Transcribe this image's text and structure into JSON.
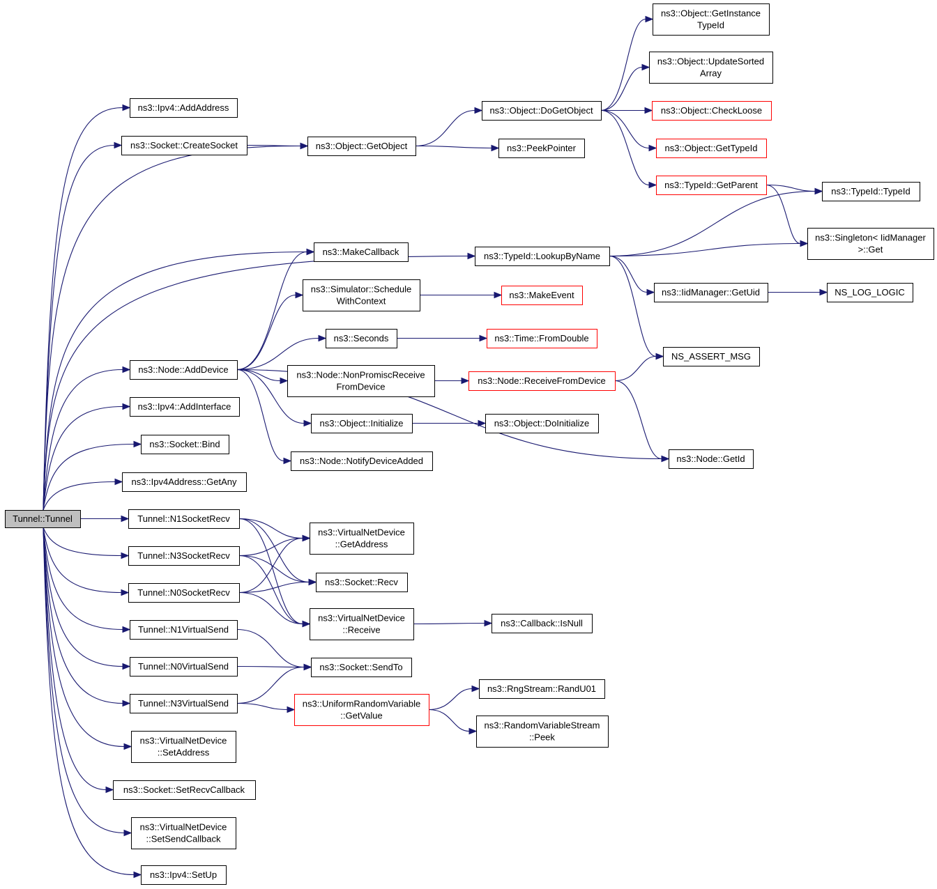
{
  "diagram": {
    "nodes": [
      {
        "id": "root",
        "lines": [
          "Tunnel::Tunnel"
        ],
        "kind": "root"
      },
      {
        "id": "ipv4_addaddress",
        "lines": [
          "ns3::Ipv4::AddAddress"
        ]
      },
      {
        "id": "socket_createsocket",
        "lines": [
          "ns3::Socket::CreateSocket"
        ]
      },
      {
        "id": "node_adddevice",
        "lines": [
          "ns3::Node::AddDevice"
        ]
      },
      {
        "id": "ipv4_addinterface",
        "lines": [
          "ns3::Ipv4::AddInterface"
        ]
      },
      {
        "id": "socket_bind",
        "lines": [
          "ns3::Socket::Bind"
        ]
      },
      {
        "id": "ipv4address_getany",
        "lines": [
          "ns3::Ipv4Address::GetAny"
        ]
      },
      {
        "id": "n1socketrecv",
        "lines": [
          "Tunnel::N1SocketRecv"
        ]
      },
      {
        "id": "n3socketrecv",
        "lines": [
          "Tunnel::N3SocketRecv"
        ]
      },
      {
        "id": "n0socketrecv",
        "lines": [
          "Tunnel::N0SocketRecv"
        ]
      },
      {
        "id": "n1virtualsend",
        "lines": [
          "Tunnel::N1VirtualSend"
        ]
      },
      {
        "id": "n0virtualsend",
        "lines": [
          "Tunnel::N0VirtualSend"
        ]
      },
      {
        "id": "n3virtualsend",
        "lines": [
          "Tunnel::N3VirtualSend"
        ]
      },
      {
        "id": "vnd_setaddress",
        "lines": [
          "ns3::VirtualNetDevice",
          "::SetAddress"
        ]
      },
      {
        "id": "socket_setrecvcallback",
        "lines": [
          "ns3::Socket::SetRecvCallback"
        ]
      },
      {
        "id": "vnd_setsendcallback",
        "lines": [
          "ns3::VirtualNetDevice",
          "::SetSendCallback"
        ]
      },
      {
        "id": "ipv4_setup",
        "lines": [
          "ns3::Ipv4::SetUp"
        ]
      },
      {
        "id": "object_getobject",
        "lines": [
          "ns3::Object::GetObject"
        ]
      },
      {
        "id": "makecallback",
        "lines": [
          "ns3::MakeCallback"
        ]
      },
      {
        "id": "sim_schedulewithcontext",
        "lines": [
          "ns3::Simulator::Schedule",
          "WithContext"
        ]
      },
      {
        "id": "seconds",
        "lines": [
          "ns3::Seconds"
        ]
      },
      {
        "id": "node_nonpromiscreceive",
        "lines": [
          "ns3::Node::NonPromiscReceive",
          "FromDevice"
        ]
      },
      {
        "id": "object_initialize",
        "lines": [
          "ns3::Object::Initialize"
        ]
      },
      {
        "id": "node_notifydeviceadded",
        "lines": [
          "ns3::Node::NotifyDeviceAdded"
        ]
      },
      {
        "id": "vnd_getaddress",
        "lines": [
          "ns3::VirtualNetDevice",
          "::GetAddress"
        ]
      },
      {
        "id": "socket_recv",
        "lines": [
          "ns3::Socket::Recv"
        ]
      },
      {
        "id": "vnd_receive",
        "lines": [
          "ns3::VirtualNetDevice",
          "::Receive"
        ]
      },
      {
        "id": "socket_sendto",
        "lines": [
          "ns3::Socket::SendTo"
        ]
      },
      {
        "id": "urv_getvalue",
        "lines": [
          "ns3::UniformRandomVariable",
          "::GetValue"
        ],
        "kind": "truncated"
      },
      {
        "id": "object_dogetobject",
        "lines": [
          "ns3::Object::DoGetObject"
        ]
      },
      {
        "id": "peekpointer",
        "lines": [
          "ns3::PeekPointer"
        ]
      },
      {
        "id": "typeid_lookupbyname",
        "lines": [
          "ns3::TypeId::LookupByName"
        ]
      },
      {
        "id": "makeevent",
        "lines": [
          "ns3::MakeEvent"
        ],
        "kind": "truncated"
      },
      {
        "id": "time_fromdouble",
        "lines": [
          "ns3::Time::FromDouble"
        ],
        "kind": "truncated"
      },
      {
        "id": "node_receivefromdevice",
        "lines": [
          "ns3::Node::ReceiveFromDevice"
        ],
        "kind": "truncated"
      },
      {
        "id": "object_doinitialize",
        "lines": [
          "ns3::Object::DoInitialize"
        ]
      },
      {
        "id": "callback_isnull",
        "lines": [
          "ns3::Callback::IsNull"
        ]
      },
      {
        "id": "rngstream_randu01",
        "lines": [
          "ns3::RngStream::RandU01"
        ]
      },
      {
        "id": "rvs_peek",
        "lines": [
          "ns3::RandomVariableStream",
          "::Peek"
        ]
      },
      {
        "id": "object_getinstancetypeid",
        "lines": [
          "ns3::Object::GetInstance",
          "TypeId"
        ]
      },
      {
        "id": "object_updatesortedarray",
        "lines": [
          "ns3::Object::UpdateSorted",
          "Array"
        ]
      },
      {
        "id": "object_checkloose",
        "lines": [
          "ns3::Object::CheckLoose"
        ],
        "kind": "truncated"
      },
      {
        "id": "object_gettypeid",
        "lines": [
          "ns3::Object::GetTypeId"
        ],
        "kind": "truncated"
      },
      {
        "id": "typeid_getparent",
        "lines": [
          "ns3::TypeId::GetParent"
        ],
        "kind": "truncated"
      },
      {
        "id": "iidmanager_getuid",
        "lines": [
          "ns3::IidManager::GetUid"
        ]
      },
      {
        "id": "ns_assert_msg",
        "lines": [
          "NS_ASSERT_MSG"
        ]
      },
      {
        "id": "node_getid",
        "lines": [
          "ns3::Node::GetId"
        ]
      },
      {
        "id": "typeid_typeid",
        "lines": [
          "ns3::TypeId::TypeId"
        ]
      },
      {
        "id": "singleton_get",
        "lines": [
          "ns3::Singleton< IidManager",
          ">::Get"
        ]
      },
      {
        "id": "ns_log_logic",
        "lines": [
          "NS_LOG_LOGIC"
        ]
      }
    ],
    "edges": [
      [
        "root",
        "ipv4_addaddress"
      ],
      [
        "root",
        "socket_createsocket"
      ],
      [
        "root",
        "object_getobject"
      ],
      [
        "root",
        "typeid_lookupbyname"
      ],
      [
        "root",
        "makecallback"
      ],
      [
        "root",
        "node_adddevice"
      ],
      [
        "root",
        "ipv4_addinterface"
      ],
      [
        "root",
        "socket_bind"
      ],
      [
        "root",
        "ipv4address_getany"
      ],
      [
        "root",
        "n1socketrecv"
      ],
      [
        "root",
        "n3socketrecv"
      ],
      [
        "root",
        "n0socketrecv"
      ],
      [
        "root",
        "n1virtualsend"
      ],
      [
        "root",
        "n0virtualsend"
      ],
      [
        "root",
        "n3virtualsend"
      ],
      [
        "root",
        "vnd_setaddress"
      ],
      [
        "root",
        "socket_setrecvcallback"
      ],
      [
        "root",
        "vnd_setsendcallback"
      ],
      [
        "root",
        "ipv4_setup"
      ],
      [
        "socket_createsocket",
        "object_getobject"
      ],
      [
        "object_getobject",
        "object_dogetobject"
      ],
      [
        "object_getobject",
        "peekpointer"
      ],
      [
        "object_dogetobject",
        "object_getinstancetypeid"
      ],
      [
        "object_dogetobject",
        "object_updatesortedarray"
      ],
      [
        "object_dogetobject",
        "object_checkloose"
      ],
      [
        "object_dogetobject",
        "object_gettypeid"
      ],
      [
        "object_dogetobject",
        "typeid_getparent"
      ],
      [
        "typeid_getparent",
        "typeid_typeid"
      ],
      [
        "typeid_getparent",
        "singleton_get"
      ],
      [
        "typeid_lookupbyname",
        "typeid_typeid"
      ],
      [
        "typeid_lookupbyname",
        "singleton_get"
      ],
      [
        "typeid_lookupbyname",
        "iidmanager_getuid"
      ],
      [
        "typeid_lookupbyname",
        "ns_assert_msg"
      ],
      [
        "iidmanager_getuid",
        "ns_log_logic"
      ],
      [
        "node_adddevice",
        "makecallback"
      ],
      [
        "node_adddevice",
        "sim_schedulewithcontext"
      ],
      [
        "node_adddevice",
        "seconds"
      ],
      [
        "node_adddevice",
        "node_nonpromiscreceive"
      ],
      [
        "node_adddevice",
        "object_initialize"
      ],
      [
        "node_adddevice",
        "node_notifydeviceadded"
      ],
      [
        "node_adddevice",
        "node_getid"
      ],
      [
        "sim_schedulewithcontext",
        "makeevent"
      ],
      [
        "seconds",
        "time_fromdouble"
      ],
      [
        "node_nonpromiscreceive",
        "node_receivefromdevice"
      ],
      [
        "node_receivefromdevice",
        "ns_assert_msg"
      ],
      [
        "node_receivefromdevice",
        "node_getid"
      ],
      [
        "object_initialize",
        "object_doinitialize"
      ],
      [
        "n1socketrecv",
        "vnd_getaddress"
      ],
      [
        "n1socketrecv",
        "socket_recv"
      ],
      [
        "n1socketrecv",
        "vnd_receive"
      ],
      [
        "n3socketrecv",
        "vnd_getaddress"
      ],
      [
        "n3socketrecv",
        "socket_recv"
      ],
      [
        "n3socketrecv",
        "vnd_receive"
      ],
      [
        "n0socketrecv",
        "vnd_getaddress"
      ],
      [
        "n0socketrecv",
        "socket_recv"
      ],
      [
        "n0socketrecv",
        "vnd_receive"
      ],
      [
        "vnd_receive",
        "callback_isnull"
      ],
      [
        "n1virtualsend",
        "socket_sendto"
      ],
      [
        "n0virtualsend",
        "socket_sendto"
      ],
      [
        "n3virtualsend",
        "socket_sendto"
      ],
      [
        "n3virtualsend",
        "urv_getvalue"
      ],
      [
        "urv_getvalue",
        "rngstream_randu01"
      ],
      [
        "urv_getvalue",
        "rvs_peek"
      ]
    ]
  }
}
